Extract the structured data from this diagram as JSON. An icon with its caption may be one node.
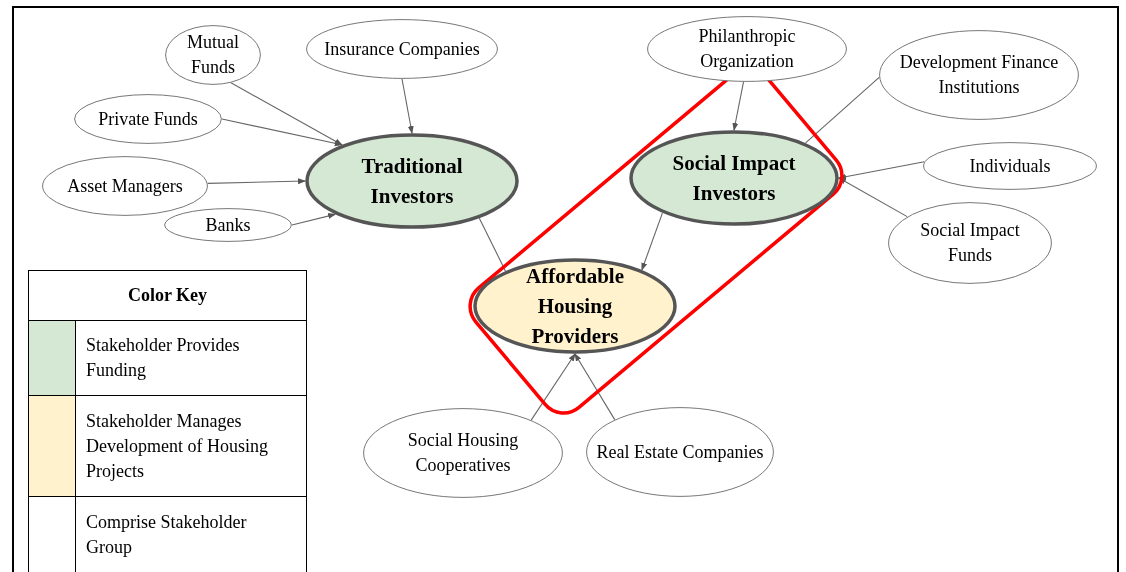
{
  "diagram": {
    "nodes": [
      {
        "text": [
          "Mutual Funds"
        ]
      },
      {
        "text": [
          "Insurance Companies"
        ]
      },
      {
        "text": [
          "Private Funds"
        ]
      },
      {
        "text": [
          "Asset Managers"
        ]
      },
      {
        "text": [
          "Banks"
        ]
      },
      {
        "text": [
          "Traditional Investors"
        ]
      },
      {
        "text": [
          "Philanthropic Organization"
        ]
      },
      {
        "text": [
          "Development Finance Institutions"
        ]
      },
      {
        "text": [
          "Social Impact Investors"
        ]
      },
      {
        "text": [
          "Individuals"
        ]
      },
      {
        "text": [
          "Social Impact Funds"
        ]
      },
      {
        "text": [
          "Affordable Housing Providers"
        ]
      },
      {
        "text": [
          "Social Housing Cooperatives"
        ]
      },
      {
        "text": [
          "Real Estate Companies"
        ]
      }
    ],
    "edges": [
      {
        "from": 0,
        "to": 5,
        "arrow": "to"
      },
      {
        "from": 1,
        "to": 5,
        "arrow": "to"
      },
      {
        "from": 2,
        "to": 5,
        "arrow": "to"
      },
      {
        "from": 3,
        "to": 5,
        "arrow": "to"
      },
      {
        "from": 4,
        "to": 5,
        "arrow": "to"
      },
      {
        "from": 5,
        "to": 11,
        "arrow": "none"
      },
      {
        "from": 6,
        "to": 8,
        "arrow": "to"
      },
      {
        "from": 7,
        "to": 8,
        "arrow": "none"
      },
      {
        "from": 9,
        "to": 8,
        "arrow": "to"
      },
      {
        "from": 10,
        "to": 8,
        "arrow": "to"
      },
      {
        "from": 8,
        "to": 11,
        "arrow": "to"
      },
      {
        "from": 12,
        "to": 11,
        "arrow": "to"
      },
      {
        "from": 13,
        "to": 11,
        "arrow": "to"
      }
    ],
    "labels": [
      "Color Key"
    ],
    "legend": [
      {
        "text": "Stakeholder Provides Funding",
        "color": "#d5e8d4"
      },
      {
        "text": "Stakeholder Manages Development of Housing Projects",
        "color": "#fff2cc"
      },
      {
        "text": "Comprise Stakeholder Group",
        "color": "#ffffff"
      }
    ]
  }
}
